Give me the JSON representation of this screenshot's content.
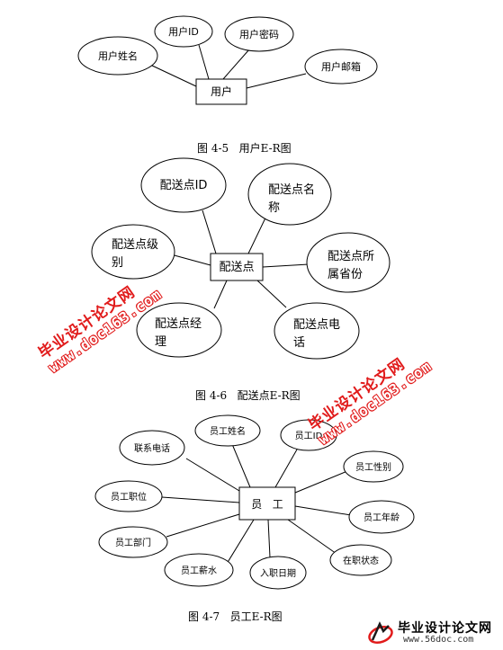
{
  "figure1": {
    "caption": "图 4-5   用户E-R图",
    "entity": "用户",
    "attributes": [
      "用户ID",
      "用户密码",
      "用户姓名",
      "用户邮箱"
    ]
  },
  "figure2": {
    "caption": "图 4-6   配送点E-R图",
    "entity": "配送点",
    "attributes": [
      [
        "配送点ID"
      ],
      [
        "配送点名",
        "称"
      ],
      [
        "配送点级",
        "别"
      ],
      [
        "配送点所",
        "属省份"
      ],
      [
        "配送点经",
        "理"
      ],
      [
        "配送点电",
        "话"
      ]
    ]
  },
  "figure3": {
    "caption": "图 4-7   员工E-R图",
    "entity": "员   工",
    "attributes": [
      "员工姓名",
      "员工ID",
      "联系电话",
      "员工性别",
      "员工职位",
      "员工年龄",
      "员工部门",
      "在职状态",
      "员工薪水",
      "入职日期"
    ]
  },
  "watermark": {
    "cn": "毕业设计论文网",
    "url": "www.doc163.com"
  },
  "logo": {
    "cn": "毕业设计论文网",
    "url": "www.56doc.com",
    "color": "#e11b1b"
  }
}
